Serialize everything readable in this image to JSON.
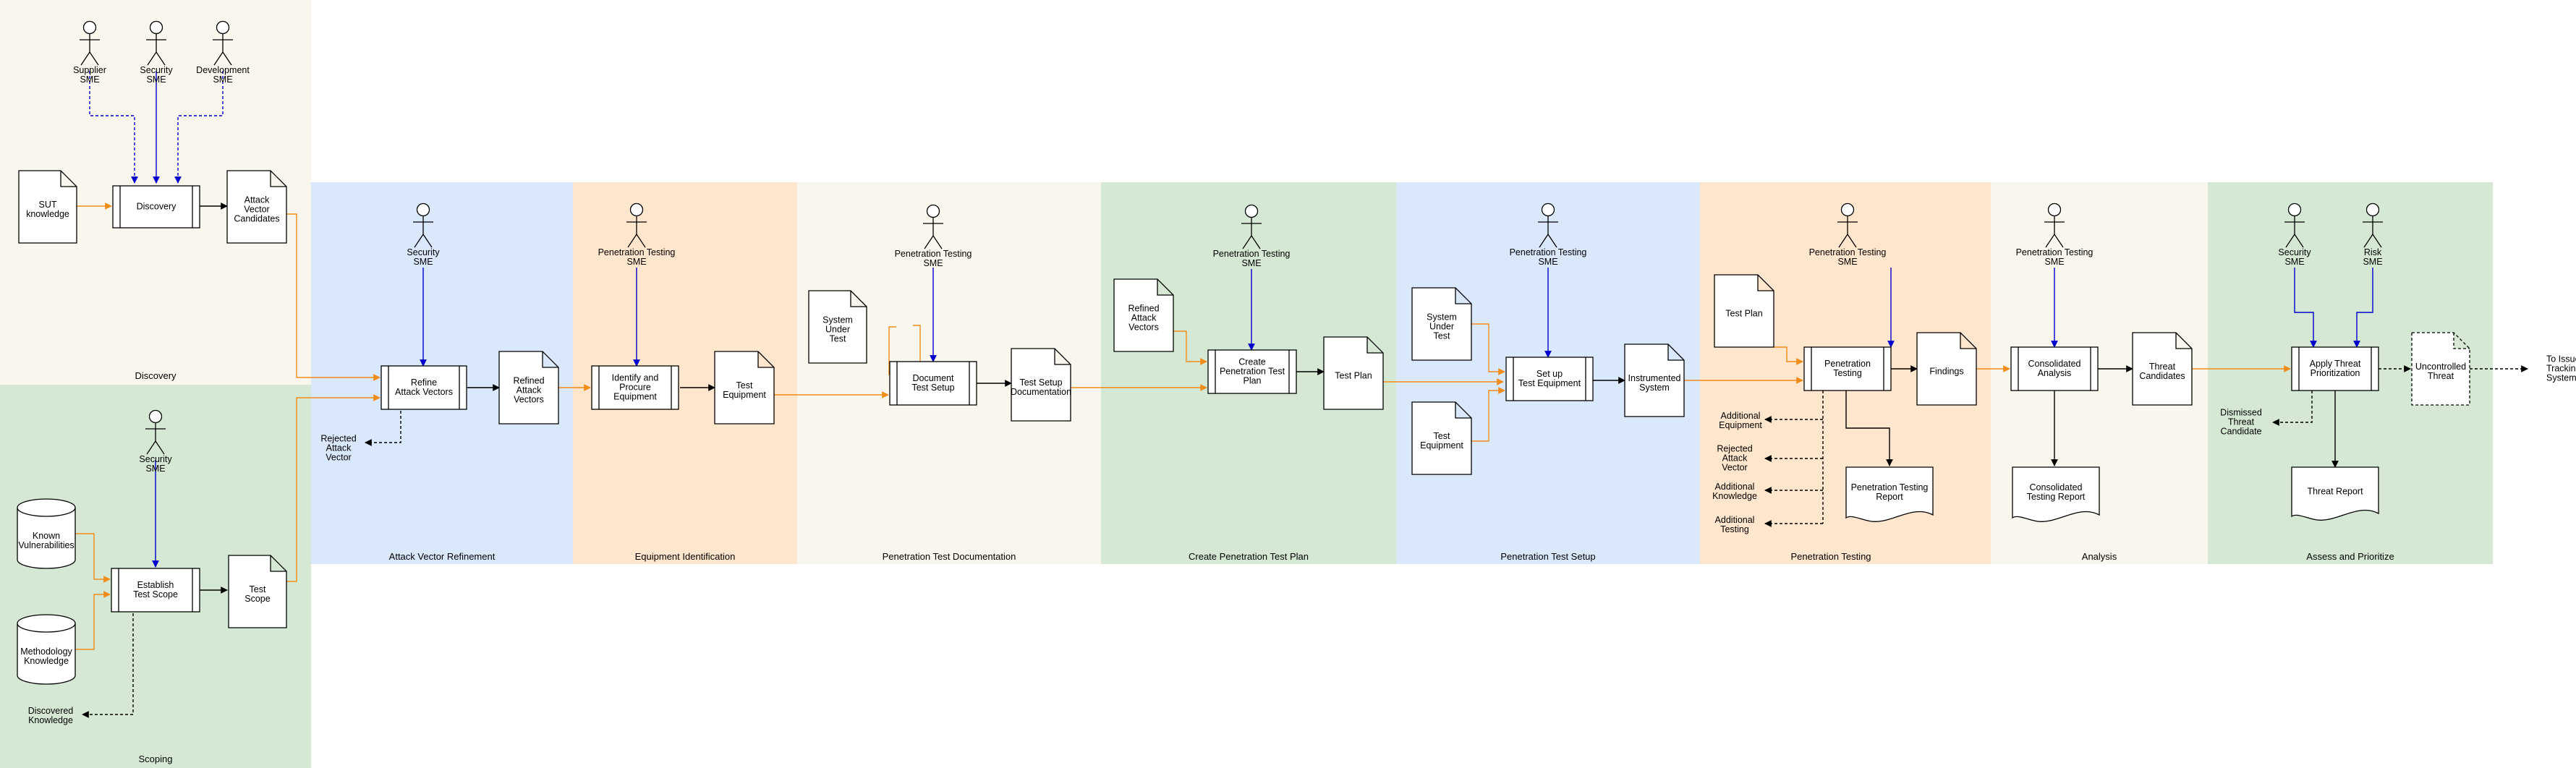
{
  "zones": [
    {
      "label": "Discovery",
      "color": "#f9f7ed"
    },
    {
      "label": "Scoping",
      "color": "#d5e8d4"
    },
    {
      "label": "Attack Vector Refinement",
      "color": "#dae8fc"
    },
    {
      "label": "Equipment Identification",
      "color": "#ffe6cc"
    },
    {
      "label": "Penetration Test Documentation",
      "color": "#f9f7ed"
    },
    {
      "label": "Create Penetration Test Plan",
      "color": "#d5e8d4"
    },
    {
      "label": "Penetration Test Setup",
      "color": "#dae8fc"
    },
    {
      "label": "Penetration Testing",
      "color": "#ffe6cc"
    },
    {
      "label": "Analysis",
      "color": "#f9f7ed"
    },
    {
      "label": "Assess and Prioritize",
      "color": "#d5e8d4"
    }
  ],
  "actors": [
    [
      "Supplier",
      "SME"
    ],
    [
      "Security",
      "SME"
    ],
    [
      "Development",
      "SME"
    ],
    [
      "Security",
      "SME"
    ],
    [
      "Security",
      "SME"
    ],
    [
      "Penetration Testing",
      "SME"
    ],
    [
      "Penetration Testing",
      "SME"
    ],
    [
      "Penetration Testing",
      "SME"
    ],
    [
      "Penetration Testing",
      "SME"
    ],
    [
      "Penetration Testing",
      "SME"
    ],
    [
      "Penetration Testing",
      "SME"
    ],
    [
      "Security",
      "SME"
    ],
    [
      "Risk",
      "SME"
    ]
  ],
  "processes": [
    [
      "Discovery"
    ],
    [
      "Establish",
      "Test Scope"
    ],
    [
      "Refine",
      "Attack Vectors"
    ],
    [
      "Identify and",
      "Procure",
      "Equipment"
    ],
    [
      "Document",
      "Test Setup"
    ],
    [
      "Create",
      "Penetration Test",
      "Plan"
    ],
    [
      "Set up",
      "Test Equipment"
    ],
    [
      "Penetration",
      "Testing"
    ],
    [
      "Consolidated",
      "Analysis"
    ],
    [
      "Apply Threat",
      "Prioritization"
    ]
  ],
  "documents": [
    [
      "SUT",
      "knowledge"
    ],
    [
      "Attack",
      "Vector",
      "Candidates"
    ],
    [
      "Test",
      "Scope"
    ],
    [
      "Refined",
      "Attack",
      "Vectors"
    ],
    [
      "Test",
      "Equipment"
    ],
    [
      "System",
      "Under",
      "Test"
    ],
    [
      "Test Setup",
      "Documentation"
    ],
    [
      "Refined",
      "Attack",
      "Vectors"
    ],
    [
      "Test Plan"
    ],
    [
      "System",
      "Under",
      "Test"
    ],
    [
      "Test",
      "Equipment"
    ],
    [
      "Instrumented",
      "System"
    ],
    [
      "Test Plan"
    ],
    [
      "Findings"
    ],
    [
      "Threat",
      "Candidates"
    ],
    [
      "Uncontrolled",
      "Threat"
    ]
  ],
  "databases": [
    [
      "Known",
      "Vulnerabilities"
    ],
    [
      "Methodology",
      "Knowledge"
    ]
  ],
  "reports": [
    [
      "Penetration Testing",
      "Report"
    ],
    [
      "Consolidated",
      "Testing Report"
    ],
    [
      "Threat Report"
    ]
  ],
  "labels": [
    [
      "Discovered",
      "Knowledge"
    ],
    [
      "Rejected",
      "Attack",
      "Vector"
    ],
    [
      "Additional",
      "Equipment"
    ],
    [
      "Rejected",
      "Attack",
      "Vector"
    ],
    [
      "Additional",
      "Knowledge"
    ],
    [
      "Additional",
      "Testing"
    ],
    [
      "Dismissed",
      "Threat",
      "Candidate"
    ],
    [
      "To Issue",
      "Tracking",
      "System"
    ]
  ],
  "colors": {
    "actor_link": "#0000cc",
    "input_link": "#f08c19",
    "flow_link": "#000000",
    "stroke": "#000000"
  }
}
